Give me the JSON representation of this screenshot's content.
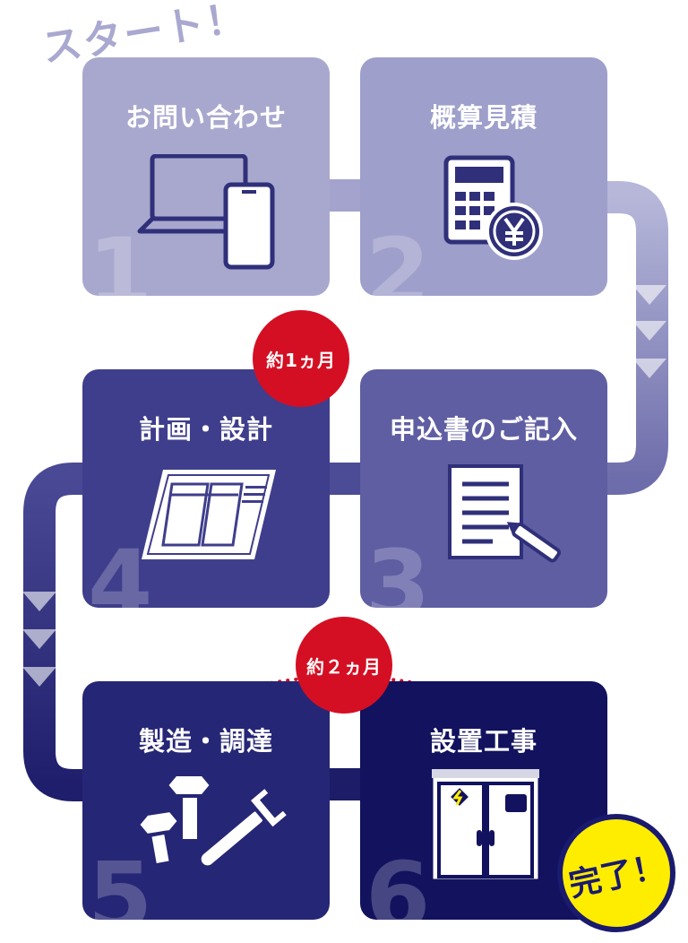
{
  "start_label": "スタート！",
  "steps": [
    {
      "number": "1",
      "title": "お問い合わせ",
      "color": "#a8a8cf"
    },
    {
      "number": "2",
      "title": "概算見積",
      "color": "#9e9fcb"
    },
    {
      "number": "3",
      "title": "申込書のご記入",
      "color": "#5f5ea3"
    },
    {
      "number": "4",
      "title": "計画・設計",
      "color": "#3f3e8c"
    },
    {
      "number": "5",
      "title": "製造・調達",
      "color": "#262676"
    },
    {
      "number": "6",
      "title": "設置工事",
      "color": "#12125f"
    }
  ],
  "badges": {
    "planning_duration": "約1ヵ月",
    "construction_duration": "約２ヵ月"
  },
  "done_label": "完了！",
  "colors": {
    "red_badge": "#d40f23",
    "done_yellow": "#ffed00",
    "navy": "#1a1a6e"
  }
}
